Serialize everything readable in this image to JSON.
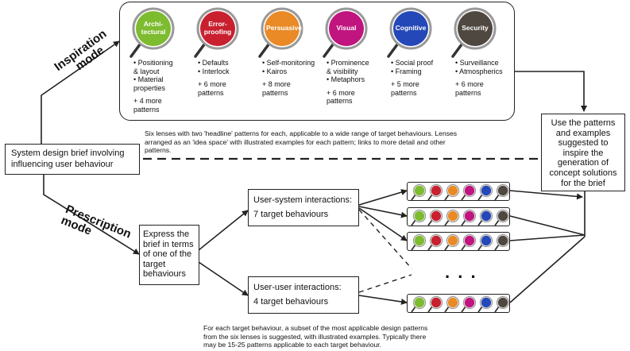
{
  "colors": {
    "architectural": "#7dbb2f",
    "error_proofing": "#c8202f",
    "persuasive": "#e98a26",
    "visual": "#c0147e",
    "cognitive": "#2448b7",
    "security": "#4f4840",
    "stroke": "#222222"
  },
  "modes": {
    "inspiration": "Inspiration mode",
    "inspiration_line1": "Inspiration",
    "inspiration_line2": "mode",
    "prescription_line1": "Prescription",
    "prescription_line2": "mode"
  },
  "lenses": [
    {
      "label_line1": "Archi-",
      "label_line2": "tectural",
      "items": [
        "• Positioning",
        "& layout",
        "• Material",
        "properties",
        "",
        "+ 4 more",
        "patterns"
      ],
      "color_key": "architectural",
      "icon": "magnifier-icon"
    },
    {
      "label_line1": "Error-",
      "label_line2": "proofing",
      "items": [
        "• Defaults",
        "• Interlock",
        "",
        "+ 6 more",
        "patterns"
      ],
      "color_key": "error_proofing",
      "icon": "magnifier-icon"
    },
    {
      "label_line1": "Persuasive",
      "label_line2": "",
      "items": [
        "• Self-monitoring",
        "• Kairos",
        "",
        "+ 8 more",
        "patterns"
      ],
      "color_key": "persuasive",
      "icon": "magnifier-icon"
    },
    {
      "label_line1": "Visual",
      "label_line2": "",
      "items": [
        "• Prominence",
        "& visibility",
        "• Metaphors",
        "",
        "+ 6 more",
        "patterns"
      ],
      "color_key": "visual",
      "icon": "magnifier-icon"
    },
    {
      "label_line1": "Cognitive",
      "label_line2": "",
      "items": [
        "• Social proof",
        "• Framing",
        "",
        "+ 5 more",
        "patterns"
      ],
      "color_key": "cognitive",
      "icon": "magnifier-icon"
    },
    {
      "label_line1": "Security",
      "label_line2": "",
      "items": [
        "• Surveillance",
        "• Atmospherics",
        "",
        "+ 6 more",
        "patterns"
      ],
      "color_key": "security",
      "icon": "magnifier-icon"
    }
  ],
  "inspiration_caption": [
    "Six lenses with two 'headline' patterns for each, applicable to a wide range of target behaviours. Lenses",
    "arranged as an 'idea space' with illustrated examples for each pattern; links to more detail and other",
    "patterns."
  ],
  "brief_box": [
    "System design brief involving",
    "influencing user behaviour"
  ],
  "use_box": [
    "Use the patterns",
    "and examples",
    "suggested to",
    "inspire the",
    "generation of",
    "concept solutions",
    "for the brief"
  ],
  "express_box": [
    "Express the",
    "brief in terms",
    "of one of the",
    "target",
    "behaviours"
  ],
  "user_system": [
    "User-system interactions:",
    "7 target behaviours"
  ],
  "user_user": [
    "User-user interactions:",
    "4 target behaviours"
  ],
  "ellipsis": ". . .",
  "prescription_caption": [
    "For each target behaviour, a subset of the most applicable design patterns",
    "from the six lenses is suggested, with illustrated examples. Typically there",
    "may be 15-25 patterns applicable to each target behaviour."
  ]
}
